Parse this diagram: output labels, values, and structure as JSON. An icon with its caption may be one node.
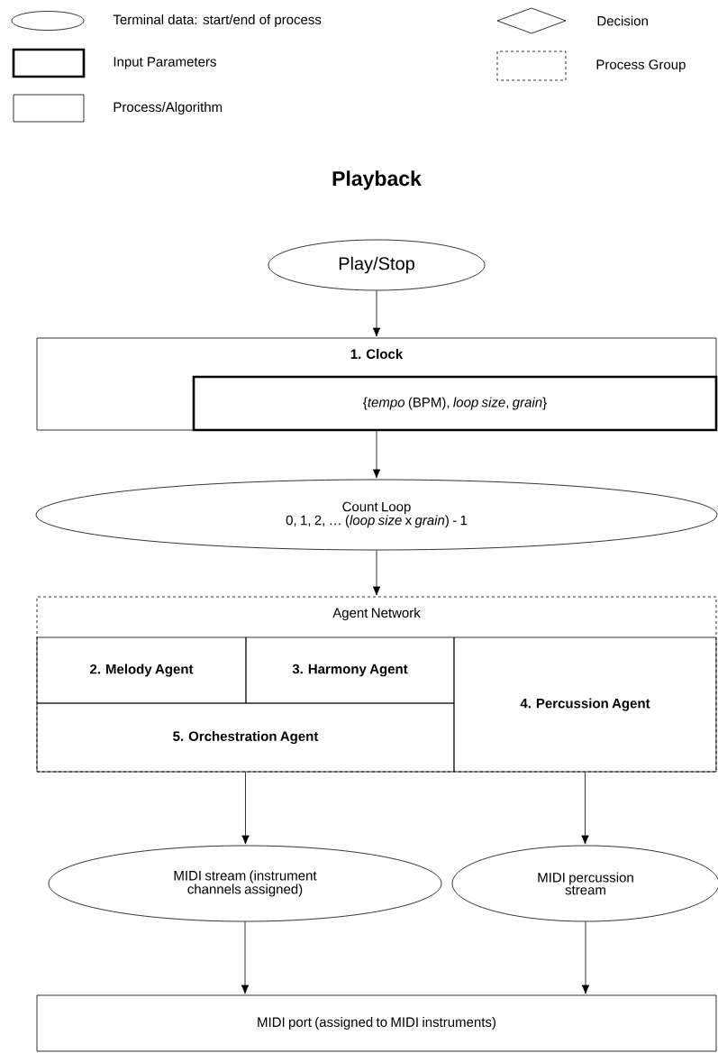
{
  "diagram": {
    "title": "Playback",
    "nodes": [
      {
        "text": [
          "Play/Stop"
        ]
      },
      {
        "text": [
          "1. Clock"
        ]
      },
      {
        "text": [
          "{*tempo* (BPM), *loop size*, *grain*}"
        ],
        "in": 1
      },
      {
        "text": [
          "Count Loop",
          "0, 1, 2, … (*loop size* x *grain*) - 1"
        ]
      },
      {
        "text": [
          "Agent Network"
        ]
      },
      {
        "text": [
          "2. Melody Agent"
        ],
        "in": 4
      },
      {
        "text": [
          "3. Harmony Agent"
        ],
        "in": 4
      },
      {
        "text": [
          "4. Percussion Agent"
        ],
        "in": 4
      },
      {
        "text": [
          "5. Orchestration Agent"
        ],
        "in": 4
      },
      {
        "text": [
          "MIDI stream (instrument channels assigned)"
        ]
      },
      {
        "text": [
          "MIDI percussion stream"
        ]
      },
      {
        "text": [
          "MIDI port (assigned to MIDI instruments)"
        ]
      }
    ],
    "edges": [
      {
        "from": 0,
        "to": 1,
        "arrow": "to"
      },
      {
        "from": 1,
        "to": 3,
        "arrow": "to"
      },
      {
        "from": 3,
        "to": 4,
        "arrow": "to"
      },
      {
        "from": 8,
        "to": 9,
        "arrow": "to"
      },
      {
        "from": 7,
        "to": 10,
        "arrow": "to"
      },
      {
        "from": 9,
        "to": 11,
        "arrow": "to"
      },
      {
        "from": 10,
        "to": 11,
        "arrow": "to"
      }
    ],
    "legend": [
      {
        "text": "Terminal data: start/end of process"
      },
      {
        "text": "Input Parameters"
      },
      {
        "text": "Process/Algorithm"
      },
      {
        "text": "Decision"
      },
      {
        "text": "Process Group"
      }
    ]
  }
}
